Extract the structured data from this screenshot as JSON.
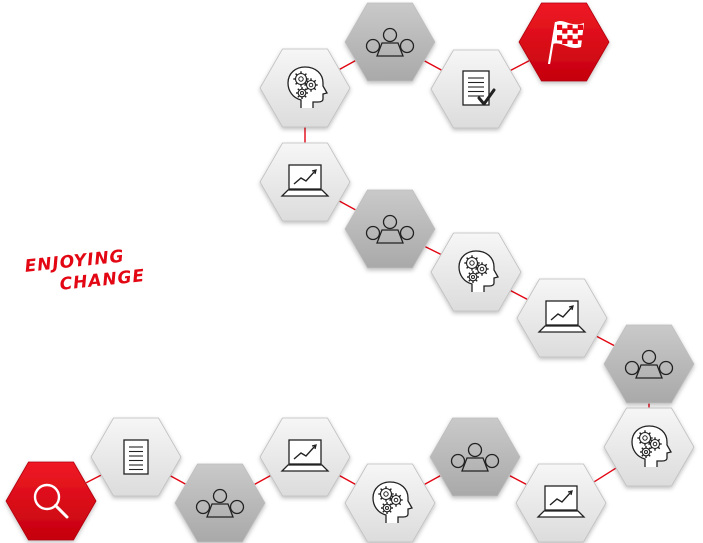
{
  "tagline": {
    "line1": "ENJOYING",
    "line2": "CHANGE"
  },
  "colors": {
    "accent": "#e30613",
    "tile_light": "#ececec",
    "tile_dark": "#bdbdbd",
    "connector": "#e30613",
    "icon_stroke": "#222222"
  },
  "path": [
    {
      "id": "start",
      "icon": "magnifier-icon",
      "style": "accent"
    },
    {
      "id": "doc-1",
      "icon": "document-icon",
      "style": "light"
    },
    {
      "id": "team-1",
      "icon": "team-meeting-icon",
      "style": "dark"
    },
    {
      "id": "growth-1",
      "icon": "laptop-growth-icon",
      "style": "light"
    },
    {
      "id": "mind-1",
      "icon": "head-gears-icon",
      "style": "light"
    },
    {
      "id": "team-2",
      "icon": "team-meeting-icon",
      "style": "dark"
    },
    {
      "id": "growth-2",
      "icon": "laptop-growth-icon",
      "style": "light"
    },
    {
      "id": "mind-2",
      "icon": "head-gears-icon",
      "style": "light"
    },
    {
      "id": "team-3",
      "icon": "team-meeting-icon",
      "style": "dark"
    },
    {
      "id": "growth-3",
      "icon": "laptop-growth-icon",
      "style": "light"
    },
    {
      "id": "mind-3",
      "icon": "head-gears-icon",
      "style": "light"
    },
    {
      "id": "team-4",
      "icon": "team-meeting-icon",
      "style": "dark"
    },
    {
      "id": "growth-4",
      "icon": "laptop-growth-icon",
      "style": "light"
    },
    {
      "id": "mind-4",
      "icon": "head-gears-icon",
      "style": "light"
    },
    {
      "id": "team-5",
      "icon": "team-meeting-icon",
      "style": "dark"
    },
    {
      "id": "checklist",
      "icon": "checklist-icon",
      "style": "light"
    },
    {
      "id": "finish",
      "icon": "checkered-flag-icon",
      "style": "accent"
    }
  ]
}
